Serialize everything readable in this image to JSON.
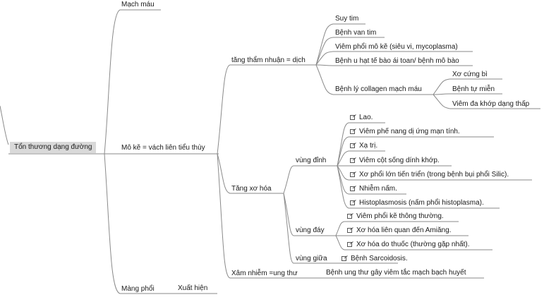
{
  "root": "Tổn thương dạng đường",
  "branches": {
    "mach_mau": "Mạch máu",
    "mo_ke": "Mô kẽ = vách liên tiểu thùy",
    "mang_phoi": "Màng phổi",
    "xuat_hien": "Xuất hiện"
  },
  "tham_nhuan": {
    "label": "tăng thẩm nhuận = dịch",
    "items": [
      "Suy tim",
      "Bệnh van tim",
      "Viêm phổi mô kẽ (siêu vi, mycoplasma)",
      "Bệnh u hạt tế bào ái toan/ bệnh mô bào"
    ],
    "collagen": {
      "label": "Bệnh lý collagen mạch máu",
      "items": [
        "Xơ cứng bì",
        "Bệnh tự miễn",
        "Viêm đa khớp dạng thấp"
      ]
    }
  },
  "xo_hoa": {
    "label": "Tăng xơ hóa",
    "vung_dinh": {
      "label": "vùng đỉnh",
      "items": [
        "Lao.",
        "Viêm phế nang dị ứng mạn tính.",
        "Xạ trị.",
        "Viêm cột sống dính khớp.",
        "Xơ phổi lớn tiến triển (trong bệnh bụi phổi Silic).",
        "Nhiễm nấm.",
        "Histoplasmosis (nấm phổi histoplasma)."
      ]
    },
    "vung_day": {
      "label": "vùng đáy",
      "items": [
        "Viêm phổi kẽ thông thường.",
        "Xơ hóa liên quan đến Amiăng.",
        "Xơ hóa do thuốc (thường gặp nhất)."
      ]
    },
    "vung_giua": {
      "label": "vùng giữa",
      "items": [
        "Bệnh Sarcoidosis."
      ]
    }
  },
  "xam_nhiem": {
    "label": "Xâm nhiễm =ung thư",
    "item": "Bệnh ung thư gây viêm tắc mạch bạch huyết"
  },
  "colors": {
    "line": "#8a8a8a",
    "root_bg": "#d9d9d9",
    "text": "#1a1a1a"
  },
  "icons": {
    "note": "note-icon"
  }
}
